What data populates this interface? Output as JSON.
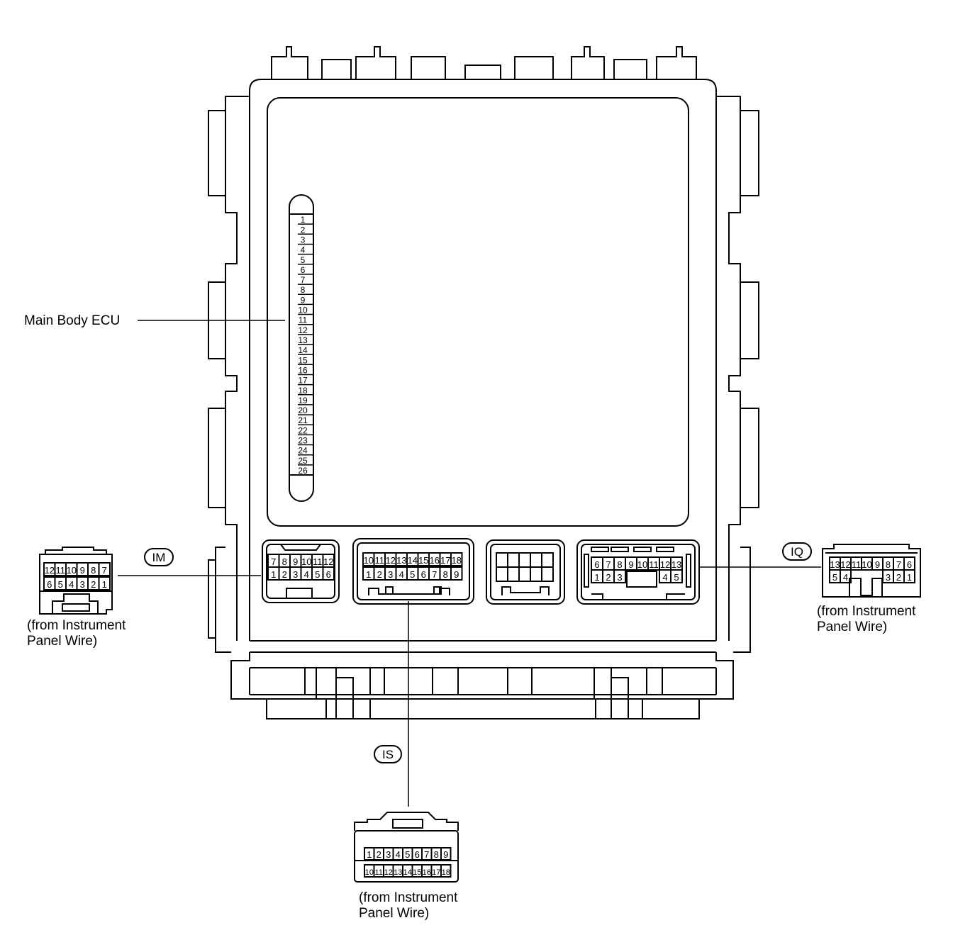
{
  "ecu_label": "Main Body ECU",
  "fuse_numbers": [
    "1",
    "2",
    "3",
    "4",
    "5",
    "6",
    "7",
    "8",
    "9",
    "10",
    "11",
    "12",
    "13",
    "14",
    "15",
    "16",
    "17",
    "18",
    "19",
    "20",
    "21",
    "22",
    "23",
    "24",
    "25",
    "26"
  ],
  "connectors": {
    "IM": {
      "code": "IM",
      "source_line1": "(from Instrument",
      "source_line2": "Panel Wire)",
      "ecu_top": [
        "7",
        "8",
        "9",
        "10",
        "11",
        "12"
      ],
      "ecu_bottom": [
        "1",
        "2",
        "3",
        "4",
        "5",
        "6"
      ],
      "plug_top": [
        "12",
        "11",
        "10",
        "9",
        "8",
        "7"
      ],
      "plug_bottom": [
        "6",
        "5",
        "4",
        "3",
        "2",
        "1"
      ]
    },
    "IS": {
      "code": "IS",
      "source_line1": "(from Instrument",
      "source_line2": "Panel Wire)",
      "ecu_top": [
        "10",
        "11",
        "12",
        "13",
        "14",
        "15",
        "16",
        "17",
        "18"
      ],
      "ecu_bottom": [
        "1",
        "2",
        "3",
        "4",
        "5",
        "6",
        "7",
        "8",
        "9"
      ],
      "plug_top": [
        "1",
        "2",
        "3",
        "4",
        "5",
        "6",
        "7",
        "8",
        "9"
      ],
      "plug_bottom": [
        "10",
        "11",
        "12",
        "13",
        "14",
        "15",
        "16",
        "17",
        "18"
      ]
    },
    "IQ": {
      "code": "IQ",
      "source_line1": "(from Instrument",
      "source_line2": "Panel Wire)",
      "ecu_top": [
        "6",
        "7",
        "8",
        "9",
        "10",
        "11",
        "12",
        "13"
      ],
      "ecu_bottom": [
        "1",
        "2",
        "3",
        "4",
        "5"
      ],
      "plug_top": [
        "13",
        "12",
        "11",
        "10",
        "9",
        "8",
        "7",
        "6"
      ],
      "plug_bottom": [
        "5",
        "4",
        "3",
        "2",
        "1"
      ]
    }
  }
}
